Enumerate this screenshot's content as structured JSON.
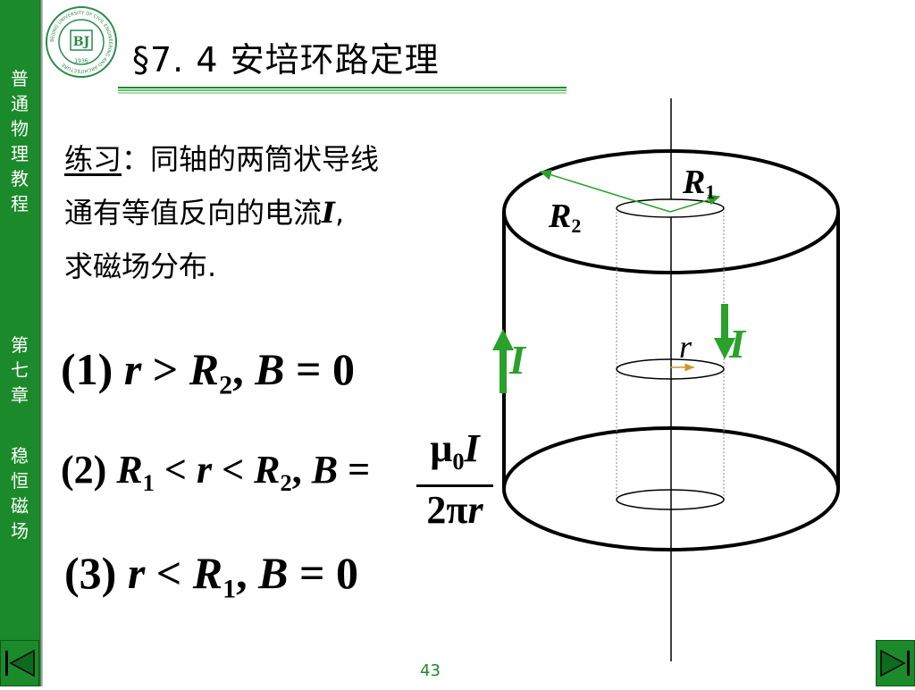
{
  "sidebar": {
    "course_chars": [
      "普",
      "通",
      "物",
      "理",
      "教",
      "程"
    ],
    "chapter_chars": [
      "第",
      "七",
      "章"
    ],
    "topic_chars": [
      "稳",
      "恒",
      "磁",
      "场"
    ]
  },
  "logo": {
    "ring_text": "BEIJING UNIVERSITY OF CIVIL ENGINEERING AND ARCHITECTURE",
    "monogram": "BJ",
    "year": "1936"
  },
  "header": {
    "title": "§7. 4  安培环路定理"
  },
  "problem": {
    "label": "练习",
    "line1_rest": "：同轴的两筒状导线",
    "line2_text": "通有等值反向的电流",
    "line2_var": "I",
    "line2_end": ",",
    "line3": "求磁场分布."
  },
  "formula1": {
    "num": "(1)",
    "r": "r",
    "op": " > ",
    "R": "R",
    "sub": "2",
    "rest": ", ",
    "B": "B",
    "eq": " = 0"
  },
  "formula2": {
    "num": "(2)",
    "R1": "R",
    "sub1": "1",
    "op1": " < ",
    "r": "r",
    "op2": " < ",
    "R2": "R",
    "sub2": "2",
    "comma": ", ",
    "B": "B",
    "eq": " =",
    "numerator_mu": "μ",
    "numerator_sub": "0",
    "numerator_I": "I",
    "denominator": "2π",
    "denominator_r": "r"
  },
  "formula3": {
    "num": "(3)",
    "r": "r",
    "op": " < ",
    "R": "R",
    "sub": "1",
    "rest": ", ",
    "B": "B",
    "eq": " = 0"
  },
  "diagram": {
    "label_R1": "R",
    "label_R1_sub": "1",
    "label_R2": "R",
    "label_R2_sub": "2",
    "label_r": "r",
    "current_up": "I",
    "current_down": "I"
  },
  "colors": {
    "accent": "#1b8a2a",
    "arrow_green": "#2aa12a",
    "arrow_small": "#c89a2a"
  },
  "page": {
    "number": "43"
  }
}
